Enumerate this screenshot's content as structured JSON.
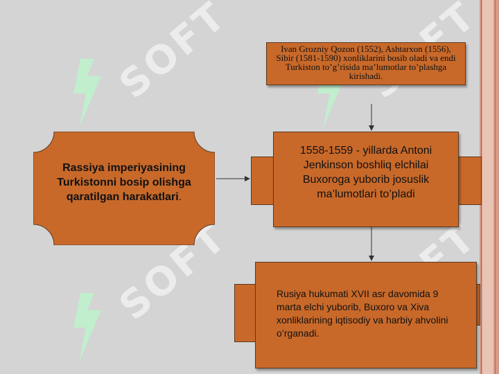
{
  "watermark": {
    "text": "SOFT"
  },
  "diagram": {
    "left_box": {
      "text": "Rassiya imperiyasining Turkistonni bosip olishga qaratilgan harakatlari",
      "suffix": "."
    },
    "top_box": {
      "text": "Ivan Grozniy Qozon (1552), Ashtarxon (1556), Sibir (1581-1590) xonliklarini bosib oladi va endi Turkiston to’g’risida ma’lumotlar to’plashga kirishadi."
    },
    "middle_box": {
      "text": "1558-1559 - yillarda Antoni Jenkinson boshliq elchilai Buxoroga yuborib josuslik ma’lumotlari to’pladi"
    },
    "bottom_box": {
      "text": "Rusiya hukumati XVII asr davomida 9 marta elchi yuborib, Buxoro va Xiva xonliklarining iqtisodiy va harbiy ahvolini o’rganadi."
    }
  },
  "colors": {
    "box_fill": "#c8692a",
    "background": "#d4d4d4",
    "watermark": "#ffffff"
  }
}
